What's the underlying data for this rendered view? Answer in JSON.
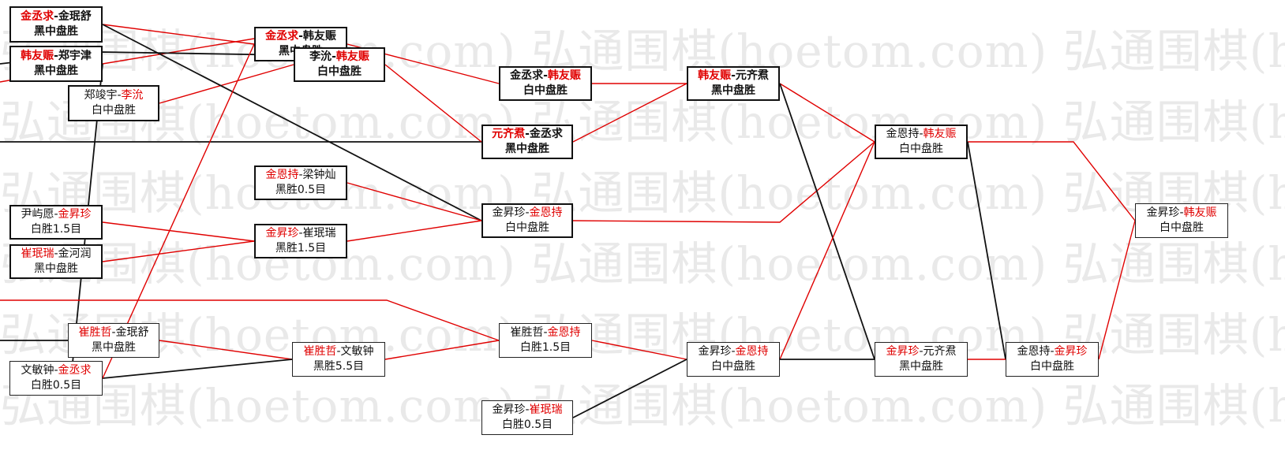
{
  "watermark": "弘通围棋(hoetom.com)",
  "colors": {
    "winner": "#e00000",
    "line_red": "#e00000",
    "line_black": "#111111"
  },
  "matches": [
    {
      "id": "m1",
      "p1": "金丞求",
      "p2": "金珉舒",
      "winner": 1,
      "result": "黑中盘胜"
    },
    {
      "id": "m2",
      "p1": "韩友赈",
      "p2": "郑宇津",
      "winner": 1,
      "result": "黑中盘胜"
    },
    {
      "id": "m3",
      "p1": "郑竣宇",
      "p2": "李沇",
      "winner": 2,
      "result": "白中盘胜"
    },
    {
      "id": "m4",
      "p1": "尹屿愿",
      "p2": "金昇珍",
      "winner": 2,
      "result": "白胜1.5目"
    },
    {
      "id": "m5",
      "p1": "崔珉瑞",
      "p2": "金河润",
      "winner": 1,
      "result": "黑中盘胜"
    },
    {
      "id": "m6",
      "p1": "崔胜哲",
      "p2": "金珉舒",
      "winner": 1,
      "result": "黑中盘胜"
    },
    {
      "id": "m7",
      "p1": "文敏钟",
      "p2": "金丞求",
      "winner": 2,
      "result": "白胜0.5目"
    },
    {
      "id": "m8",
      "p1": "金丞求",
      "p2": "韩友赈",
      "winner": 1,
      "result": "黑中盘胜"
    },
    {
      "id": "m9",
      "p1": "李沇",
      "p2": "韩友赈",
      "winner": 2,
      "result": "白中盘胜"
    },
    {
      "id": "m10",
      "p1": "金恩持",
      "p2": "梁钟灿",
      "winner": 1,
      "result": "黑胜0.5目"
    },
    {
      "id": "m11",
      "p1": "金昇珍",
      "p2": "崔珉瑞",
      "winner": 1,
      "result": "黑胜1.5目"
    },
    {
      "id": "m12",
      "p1": "崔胜哲",
      "p2": "文敏钟",
      "winner": 1,
      "result": "黑胜5.5目"
    },
    {
      "id": "m13",
      "p1": "金丞求",
      "p2": "韩友赈",
      "winner": 2,
      "result": "白中盘胜"
    },
    {
      "id": "m14",
      "p1": "元齐焄",
      "p2": "金丞求",
      "winner": 1,
      "result": "黑中盘胜"
    },
    {
      "id": "m15",
      "p1": "金昇珍",
      "p2": "金恩持",
      "winner": 2,
      "result": "白中盘胜"
    },
    {
      "id": "m16",
      "p1": "崔胜哲",
      "p2": "金恩持",
      "winner": 2,
      "result": "白胜1.5目"
    },
    {
      "id": "m17",
      "p1": "金昇珍",
      "p2": "崔珉瑞",
      "winner": 2,
      "result": "白胜0.5目"
    },
    {
      "id": "m18",
      "p1": "韩友赈",
      "p2": "元齐焄",
      "winner": 1,
      "result": "黑中盘胜"
    },
    {
      "id": "m19",
      "p1": "金昇珍",
      "p2": "金恩持",
      "winner": 2,
      "result": "白中盘胜"
    },
    {
      "id": "m20",
      "p1": "金恩持",
      "p2": "韩友赈",
      "winner": 2,
      "result": "白中盘胜"
    },
    {
      "id": "m21",
      "p1": "金昇珍",
      "p2": "元齐焄",
      "winner": 1,
      "result": "黑中盘胜"
    },
    {
      "id": "m22",
      "p1": "金恩持",
      "p2": "金昇珍",
      "winner": 2,
      "result": "白中盘胜"
    },
    {
      "id": "m23",
      "p1": "金昇珍",
      "p2": "韩友赈",
      "winner": 2,
      "result": "白中盘胜"
    }
  ]
}
